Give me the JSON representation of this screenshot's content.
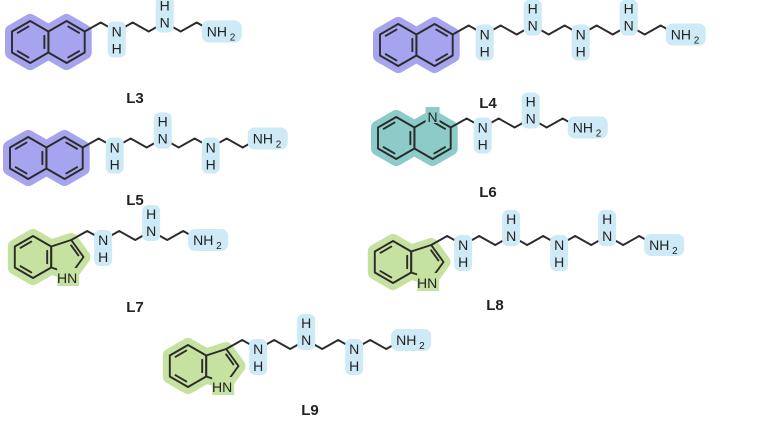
{
  "colors": {
    "naphthalene": "#a6a4ee",
    "quinoline": "#8ccbc7",
    "indole": "#c6e2a1",
    "amine": "#cdeaf6",
    "bond": "#2b2b2b"
  },
  "atoms": {
    "nh": "H",
    "n": "N",
    "nh2_n": "NH",
    "nh2_sub": "2",
    "indole_nh": "HN"
  },
  "compounds": [
    {
      "label": "L3",
      "core": "naphthalene",
      "nh_count": 2
    },
    {
      "label": "L4",
      "core": "naphthalene",
      "nh_count": 4
    },
    {
      "label": "L5",
      "core": "naphthalene",
      "nh_count": 3
    },
    {
      "label": "L6",
      "core": "quinoline",
      "nh_count": 2
    },
    {
      "label": "L7",
      "core": "indole",
      "nh_count": 2
    },
    {
      "label": "L8",
      "core": "indole",
      "nh_count": 4
    },
    {
      "label": "L9",
      "core": "indole",
      "nh_count": 3
    }
  ]
}
